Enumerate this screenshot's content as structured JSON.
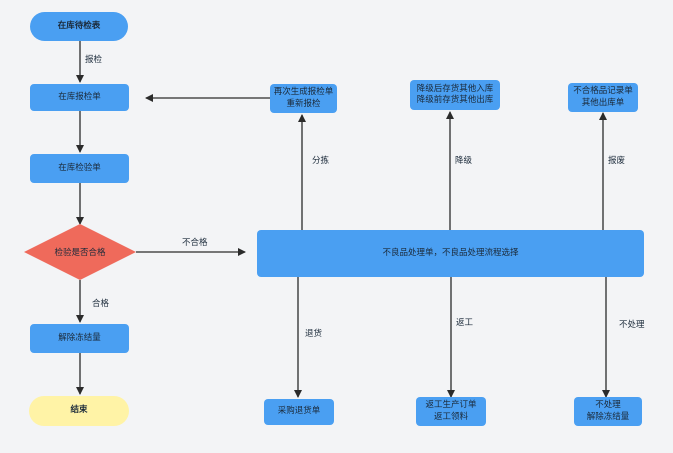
{
  "colors": {
    "node": "#4a9ff2",
    "start": "#4a9ff2",
    "end": "#fff3a6",
    "decision": "#ef6a5b",
    "line": "#2b2b2b",
    "background": "#f3f4f6"
  },
  "nodes": {
    "start": "在库待检表",
    "inspect_report": "在库报检单",
    "inspect_check": "在库检验单",
    "decision": "检验是否合格",
    "unfreeze": "解除冻结量",
    "end": "结束",
    "defect_process": "不良品处理单，不良品处理流程选择",
    "reinspect": [
      "再次生成报检单",
      "重新报检"
    ],
    "downgrade": [
      "降级后存货其他入库",
      "降级前存货其他出库"
    ],
    "scrap": [
      "不合格品记录单",
      "其他出库单"
    ],
    "purchase_return": "采购退货单",
    "rework": [
      "返工生产订单",
      "返工领料"
    ],
    "no_process": [
      "不处理",
      "解除冻结量"
    ]
  },
  "edge_labels": {
    "report": "报检",
    "fail": "不合格",
    "pass": "合格",
    "sort": "分拣",
    "downgrade": "降级",
    "scrap": "报废",
    "return": "退货",
    "rework": "返工",
    "no_process": "不处理"
  }
}
